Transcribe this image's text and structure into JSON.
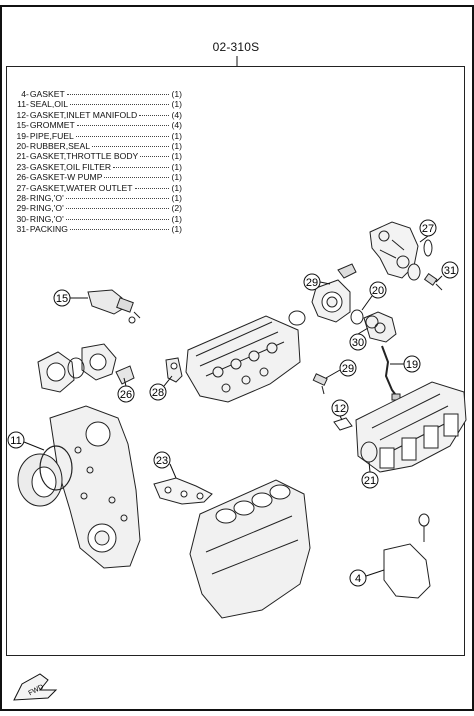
{
  "group_number": "02-310S",
  "parts_list": [
    {
      "no": "4",
      "name": "GASKET",
      "qty": "(1)"
    },
    {
      "no": "11",
      "name": "SEAL,OIL",
      "qty": "(1)"
    },
    {
      "no": "12",
      "name": "GASKET,INLET MANIFOLD",
      "qty": "(4)"
    },
    {
      "no": "15",
      "name": "GROMMET",
      "qty": "(4)"
    },
    {
      "no": "19",
      "name": "PIPE,FUEL",
      "qty": "(1)"
    },
    {
      "no": "20",
      "name": "RUBBER,SEAL",
      "qty": "(1)"
    },
    {
      "no": "21",
      "name": "GASKET,THROTTLE BODY",
      "qty": "(1)"
    },
    {
      "no": "23",
      "name": "GASKET,OIL FILTER",
      "qty": "(1)"
    },
    {
      "no": "26",
      "name": "GASKET-W PUMP",
      "qty": "(1)"
    },
    {
      "no": "27",
      "name": "GASKET,WATER OUTLET",
      "qty": "(1)"
    },
    {
      "no": "28",
      "name": "RING,'O'",
      "qty": "(1)"
    },
    {
      "no": "29",
      "name": "RING,'O'",
      "qty": "(2)"
    },
    {
      "no": "30",
      "name": "RING,'O'",
      "qty": "(1)"
    },
    {
      "no": "31",
      "name": "PACKING",
      "qty": "(1)"
    }
  ],
  "callouts": [
    "27",
    "31",
    "29",
    "20",
    "15",
    "30",
    "19",
    "29",
    "28",
    "26",
    "12",
    "11",
    "21",
    "23",
    "4"
  ],
  "fwd_label": "FWD"
}
